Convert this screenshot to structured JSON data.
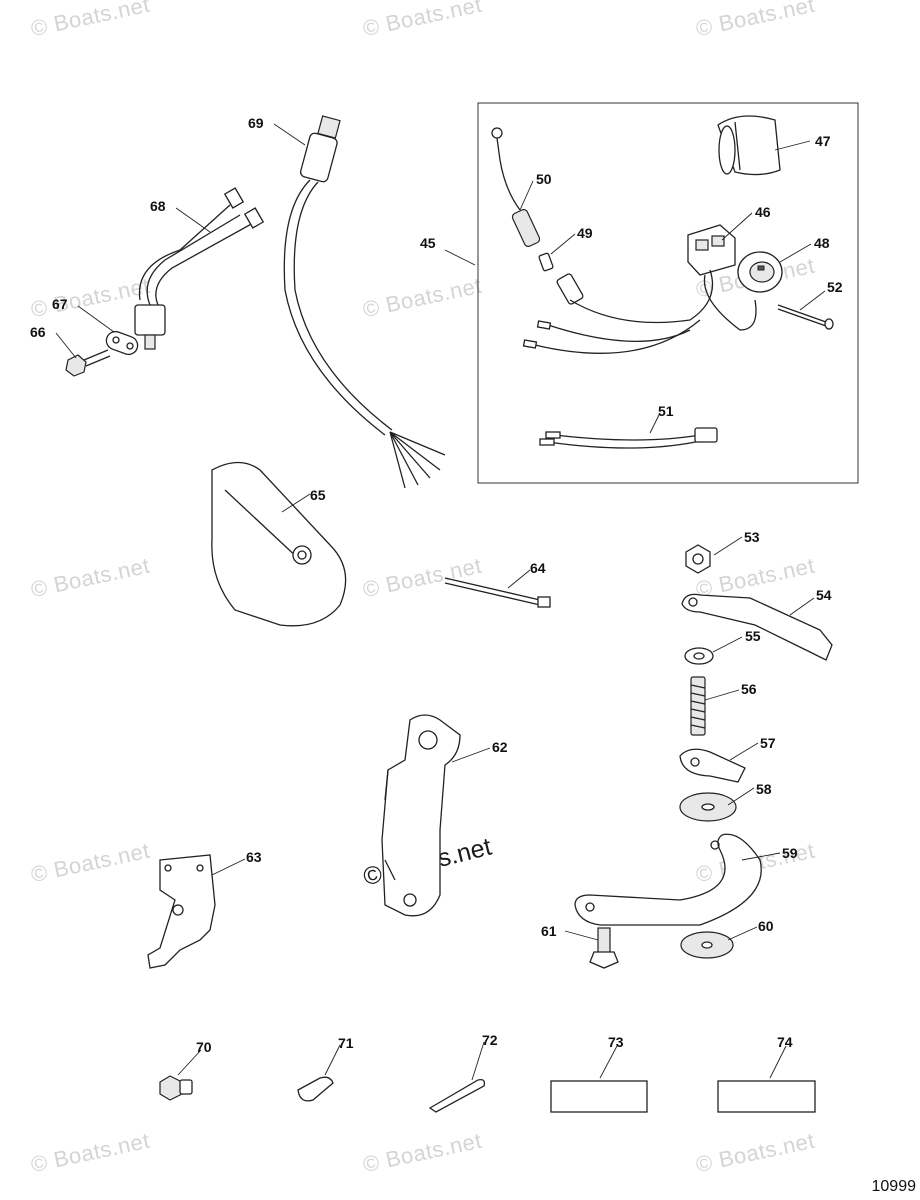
{
  "watermark": "© Boats.net",
  "diagram_id": "10999",
  "parts": {
    "p45": "45",
    "p46": "46",
    "p47": "47",
    "p48": "48",
    "p49": "49",
    "p50": "50",
    "p51": "51",
    "p52": "52",
    "p53": "53",
    "p54": "54",
    "p55": "55",
    "p56": "56",
    "p57": "57",
    "p58": "58",
    "p59": "59",
    "p60": "60",
    "p61": "61",
    "p62": "62",
    "p63": "63",
    "p64": "64",
    "p65": "65",
    "p66": "66",
    "p67": "67",
    "p68": "68",
    "p69": "69",
    "p70": "70",
    "p71": "71",
    "p72": "72",
    "p73": "73",
    "p74": "74"
  }
}
